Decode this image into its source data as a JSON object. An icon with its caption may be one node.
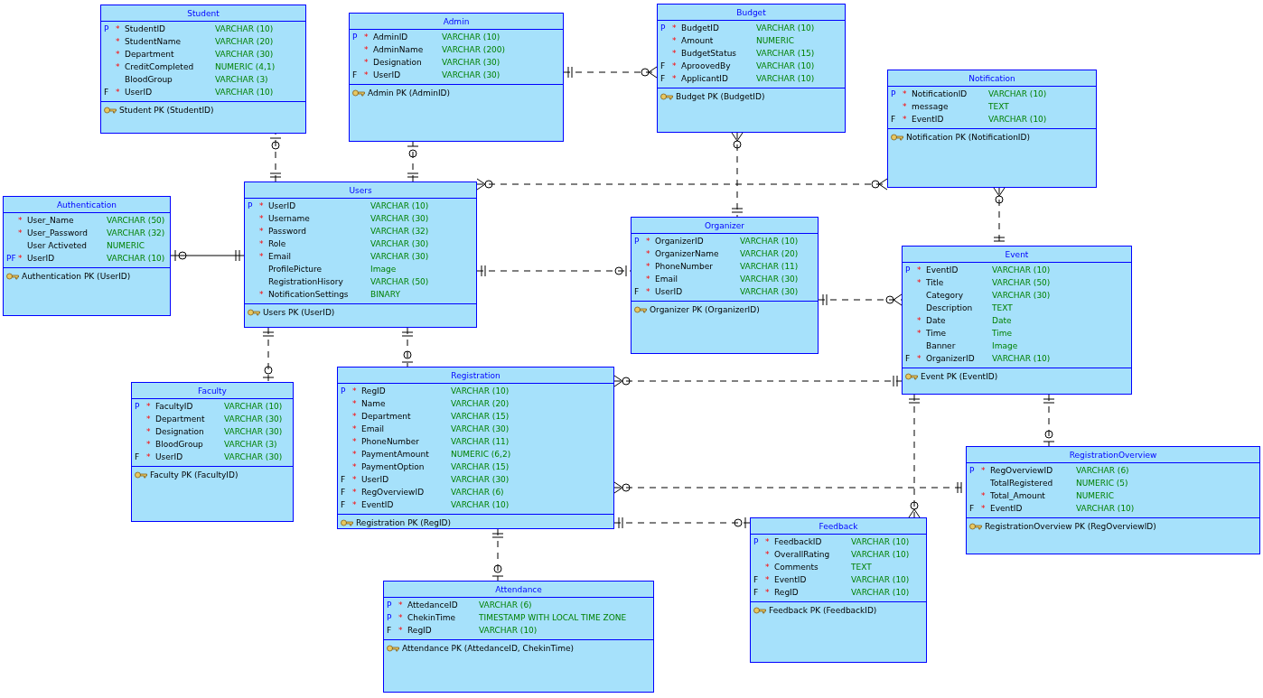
{
  "diagram": {
    "nodes": [
      {
        "text": [
          "Student",
          "P",
          "*",
          "StudentID",
          "VARCHAR (10)",
          "*",
          "StudentName",
          "VARCHAR (20)",
          "*",
          "Department",
          "VARCHAR (30)",
          "*",
          "CreditCompleted",
          "NUMERIC (4,1)",
          "BloodGroup",
          "VARCHAR (3)",
          "F",
          "*",
          "UserID",
          "VARCHAR (10)",
          "Student PK (StudentID)"
        ]
      },
      {
        "text": [
          "Admin",
          "P",
          "*",
          "AdminID",
          "VARCHAR (10)",
          "*",
          "AdminName",
          "VARCHAR (200)",
          "*",
          "Designation",
          "VARCHAR (30)",
          "F",
          "*",
          "UserID",
          "VARCHAR (30)",
          "Admin PK (AdminID)"
        ]
      },
      {
        "text": [
          "Budget",
          "P",
          "*",
          "BudgetID",
          "VARCHAR (10)",
          "*",
          "Amount",
          "NUMERIC",
          "*",
          "BudgetStatus",
          "VARCHAR (15)",
          "F",
          "*",
          "AproovedBy",
          "VARCHAR (10)",
          "F",
          "*",
          "ApplicantID",
          "VARCHAR (10)",
          "Budget PK (BudgetID)"
        ]
      },
      {
        "text": [
          "Notification",
          "P",
          "*",
          "NotificationID",
          "VARCHAR (10)",
          "*",
          "message",
          "TEXT",
          "F",
          "*",
          "EventID",
          "VARCHAR (10)",
          "Notification PK (NotificationID)"
        ]
      },
      {
        "text": [
          "Authentication",
          "*",
          "User_Name",
          "VARCHAR (50)",
          "*",
          "User_Password",
          "VARCHAR (32)",
          "User Activeted",
          "NUMERIC",
          "PF",
          "*",
          "UserID",
          "VARCHAR (10)",
          "Authentication PK (UserID)"
        ]
      },
      {
        "text": [
          "Users",
          "P",
          "*",
          "UserID",
          "VARCHAR (10)",
          "*",
          "Username",
          "VARCHAR (30)",
          "*",
          "Password",
          "VARCHAR (32)",
          "*",
          "Role",
          "VARCHAR (30)",
          "*",
          "Email",
          "VARCHAR (30)",
          "ProfilePicture",
          "Image",
          "RegistrationHisory",
          "VARCHAR (50)",
          "*",
          "NotificationSettings",
          "BINARY",
          "Users PK (UserID)"
        ]
      },
      {
        "text": [
          "Organizer",
          "P",
          "*",
          "OrganizerID",
          "VARCHAR (10)",
          "*",
          "OrganizerName",
          "VARCHAR (20)",
          "*",
          "PhoneNumber",
          "VARCHAR (11)",
          "*",
          "Email",
          "VARCHAR (30)",
          "F",
          "*",
          "UserID",
          "VARCHAR (30)",
          "Organizer PK (OrganizerID)"
        ]
      },
      {
        "text": [
          "Event",
          "P",
          "*",
          "EventID",
          "VARCHAR (10)",
          "*",
          "Title",
          "VARCHAR (50)",
          "Category",
          "VARCHAR (30)",
          "Description",
          "TEXT",
          "*",
          "Date",
          "Date",
          "*",
          "Time",
          "Time",
          "Banner",
          "Image",
          "F",
          "*",
          "OrganizerID",
          "VARCHAR (10)",
          "Event PK (EventID)"
        ]
      },
      {
        "text": [
          "Faculty",
          "P",
          "*",
          "FacultyID",
          "VARCHAR (10)",
          "*",
          "Department",
          "VARCHAR (30)",
          "*",
          "Designation",
          "VARCHAR (30)",
          "*",
          "BloodGroup",
          "VARCHAR (3)",
          "F",
          "*",
          "UserID",
          "VARCHAR (30)",
          "Faculty PK (FacultyID)"
        ]
      },
      {
        "text": [
          "Registration",
          "P",
          "*",
          "RegID",
          "VARCHAR (10)",
          "*",
          "Name",
          "VARCHAR (20)",
          "*",
          "Department",
          "VARCHAR (15)",
          "*",
          "Email",
          "VARCHAR (30)",
          "*",
          "PhoneNumber",
          "VARCHAR (11)",
          "*",
          "PaymentAmount",
          "NUMERIC (6,2)",
          "*",
          "PaymentOption",
          "VARCHAR (15)",
          "F",
          "*",
          "UserID",
          "VARCHAR (30)",
          "F",
          "*",
          "RegOverviewID",
          "VARCHAR (6)",
          "F",
          "*",
          "EventID",
          "VARCHAR (10)",
          "Registration PK (RegID)"
        ]
      },
      {
        "text": [
          "RegistrationOverview",
          "P",
          "*",
          "RegOverviewID",
          "VARCHAR (6)",
          "TotalRegistered",
          "NUMERIC (5)",
          "*",
          "Total_Amount",
          "NUMERIC",
          "F",
          "*",
          "EventID",
          "VARCHAR (10)",
          "RegistrationOverview PK (RegOverviewID)"
        ]
      },
      {
        "text": [
          "Feedback",
          "P",
          "*",
          "FeedbackID",
          "VARCHAR (10)",
          "*",
          "OverallRating",
          "VARCHAR (10)",
          "*",
          "Comments",
          "TEXT",
          "F",
          "*",
          "EventID",
          "VARCHAR (10)",
          "F",
          "*",
          "RegID",
          "VARCHAR (10)",
          "Feedback PK (FeedbackID)"
        ]
      },
      {
        "text": [
          "Attendance",
          "P",
          "*",
          "AttedanceID",
          "VARCHAR (6)",
          "P",
          "*",
          "ChekinTime",
          "TIMESTAMP WITH LOCAL TIME ZONE",
          "F",
          "*",
          "RegID",
          "VARCHAR (10)",
          "Attendance PK (AttedanceID, ChekinTime)"
        ]
      }
    ],
    "edges": [
      {
        "from": 5,
        "to": 0,
        "arrow": "other",
        "style": "dashed"
      },
      {
        "from": 5,
        "to": 1,
        "arrow": "other",
        "style": "dashed"
      },
      {
        "from": 1,
        "to": 2,
        "arrow": "other",
        "style": "dashed"
      },
      {
        "from": 5,
        "to": 3,
        "arrow": "other",
        "style": "dashed"
      },
      {
        "from": 2,
        "to": 6,
        "arrow": "other",
        "style": "dashed"
      },
      {
        "from": 4,
        "to": 5,
        "arrow": "other"
      },
      {
        "from": 5,
        "to": 6,
        "arrow": "other",
        "style": "dashed"
      },
      {
        "from": 3,
        "to": 7,
        "arrow": "other",
        "style": "dashed"
      },
      {
        "from": 6,
        "to": 7,
        "arrow": "other",
        "style": "dashed"
      },
      {
        "from": 5,
        "to": 8,
        "arrow": "other",
        "style": "dashed"
      },
      {
        "from": 5,
        "to": 9,
        "arrow": "other",
        "style": "dashed"
      },
      {
        "from": 9,
        "to": 7,
        "arrow": "other",
        "style": "dashed"
      },
      {
        "from": 7,
        "to": 10,
        "arrow": "other",
        "style": "dashed"
      },
      {
        "from": 7,
        "to": 11,
        "arrow": "other",
        "style": "dashed"
      },
      {
        "from": 9,
        "to": 10,
        "arrow": "other",
        "style": "dashed"
      },
      {
        "from": 9,
        "to": 11,
        "arrow": "other",
        "style": "dashed"
      },
      {
        "from": 9,
        "to": 12,
        "arrow": "other",
        "style": "dashed"
      }
    ]
  }
}
